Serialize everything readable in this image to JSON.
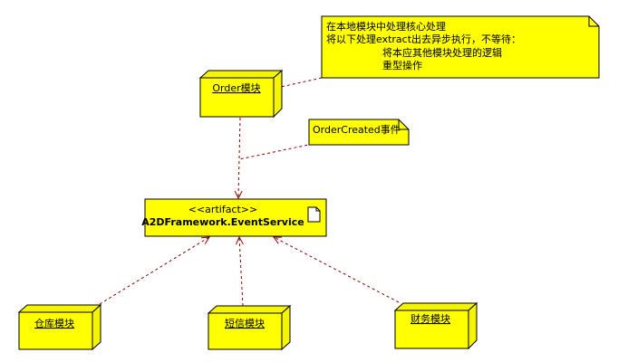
{
  "colors": {
    "fill": "#ffff00",
    "shadow": "#f5f500",
    "stroke": "#000000",
    "dependency": "#8b0000",
    "background": "#ffffff"
  },
  "nodes": {
    "order": {
      "label": "Order模块"
    },
    "warehouse": {
      "label": "仓库模块"
    },
    "sms": {
      "label": "短信模块"
    },
    "finance": {
      "label": "财务模块"
    }
  },
  "artifact": {
    "stereotype": "<<artifact>>",
    "name": "A2DFramework.EventService",
    "icon": "document-icon"
  },
  "notes": {
    "core": {
      "lines": [
        "在本地模块中处理核心处理",
        "将以下处理extract出去异步执行，不等待：",
        "将本应其他模块处理的逻辑",
        "重型操作"
      ]
    },
    "event": {
      "lines": [
        "OrderCreated事件"
      ]
    }
  }
}
